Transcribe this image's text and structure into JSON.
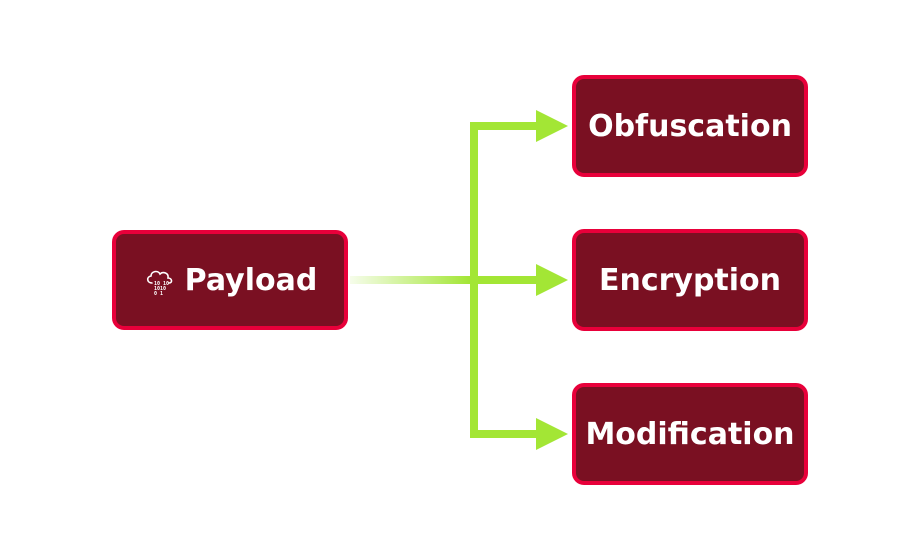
{
  "colors": {
    "node_fill": "#7a1022",
    "node_border": "#e8003a",
    "node_text": "#ffffff",
    "connector": "#a3e635"
  },
  "source": {
    "label": "Payload",
    "icon": "cloud-binary-icon"
  },
  "targets": [
    {
      "label": "Obfuscation"
    },
    {
      "label": "Encryption"
    },
    {
      "label": "Modification"
    }
  ]
}
